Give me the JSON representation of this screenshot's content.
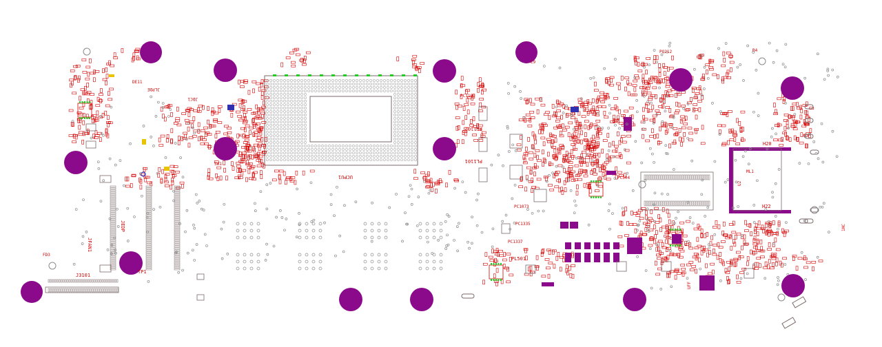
{
  "colors": {
    "background": "#ffffff",
    "silkscreen_red": "#d40000",
    "outline_gray": "#7a6a6a",
    "mount_hole_purple": "#8b0a8b",
    "via_gray": "#8a8a8a",
    "test_green": "#22cc22",
    "marker_blue": "#1a2fd0",
    "marker_yellow": "#e8c400"
  },
  "labels": {
    "cpu": "UCPU1",
    "fan": "JFAN1",
    "edp": "JEDP",
    "j3101": "J3101",
    "tp1": "TP1",
    "fd3": "FD3",
    "pl501": "PL501",
    "pl1102": "PL1102",
    "pl1101": "PL1101",
    "pc1109": "PC1109",
    "pc1073": "PC1073",
    "pc1335": "PC1335",
    "pc1337": "PC1337",
    "pq212": "PQ212",
    "pc504": "PC504",
    "h20": "H20",
    "h22": "H22",
    "ml1": "ML1",
    "u2": "U2",
    "uff": "UFF",
    "jdc1": "JDC1",
    "dlpde": "JLPDE",
    "de11": "DE11",
    "sw1": "SW1",
    "kc1": "KC1",
    "l9": "L9",
    "r4": "R4",
    "hc1": "1HC"
  }
}
